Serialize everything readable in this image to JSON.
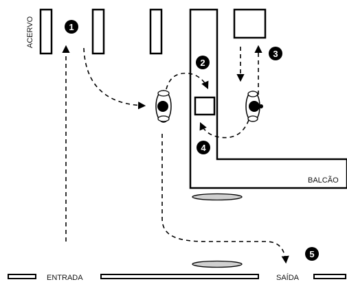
{
  "labels": {
    "acervo": "ACERVO",
    "balcao": "BALCÃO",
    "entrada": "ENTRADA",
    "saida": "SAÍDA"
  },
  "steps": [
    "1",
    "2",
    "3",
    "4",
    "5"
  ],
  "colors": {
    "ink": "#000000",
    "mat": "#d0d0d0",
    "background": "#ffffff"
  }
}
